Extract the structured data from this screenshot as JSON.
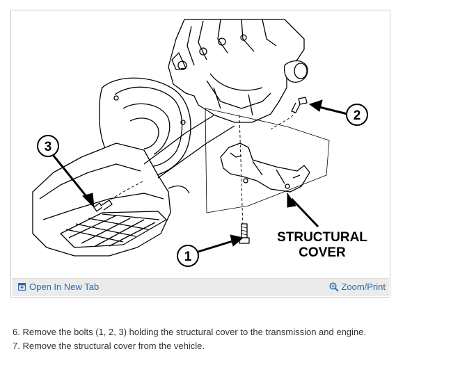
{
  "figure": {
    "callouts": [
      "3",
      "2",
      "1"
    ],
    "cover_label_line1": "STRUCTURAL",
    "cover_label_line2": "COVER",
    "open_tab_label": "Open In New Tab",
    "zoom_print_label": "Zoom/Print",
    "link_color": "#2a6ab0"
  },
  "steps": [
    "6. Remove the bolts (1, 2, 3) holding the structural cover to the transmission and engine.",
    "7. Remove the structural cover from the vehicle."
  ]
}
